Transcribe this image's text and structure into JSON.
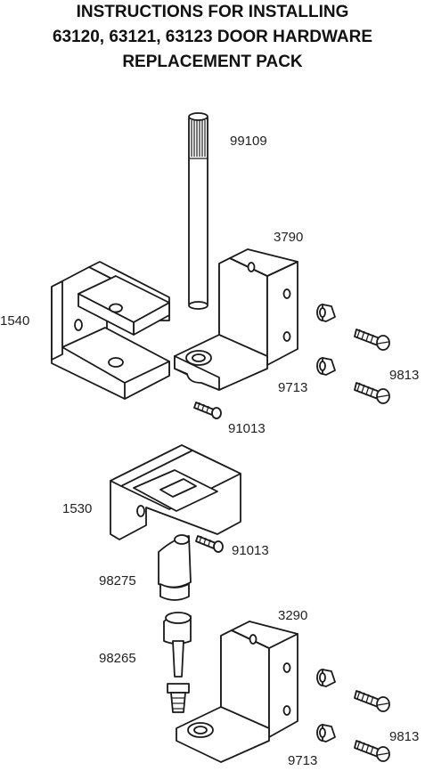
{
  "title": {
    "line1": "INSTRUCTIONS FOR INSTALLING",
    "line2": "63120, 63121, 63123 DOOR HARDWARE",
    "line3": "REPLACEMENT PACK"
  },
  "labels": {
    "pin": "99109",
    "top_bracket": "3790",
    "top_hinge_block": "1540",
    "top_screw_short": "9713",
    "top_screw_long": "9813",
    "top_wood_screw": "91013",
    "bottom_hinge_block": "1530",
    "bottom_wood_screw": "91013",
    "upper_cam": "98275",
    "lower_cam": "98265",
    "bottom_bracket": "3290",
    "bottom_screw_long": "9813",
    "bottom_screw_short": "9713"
  }
}
